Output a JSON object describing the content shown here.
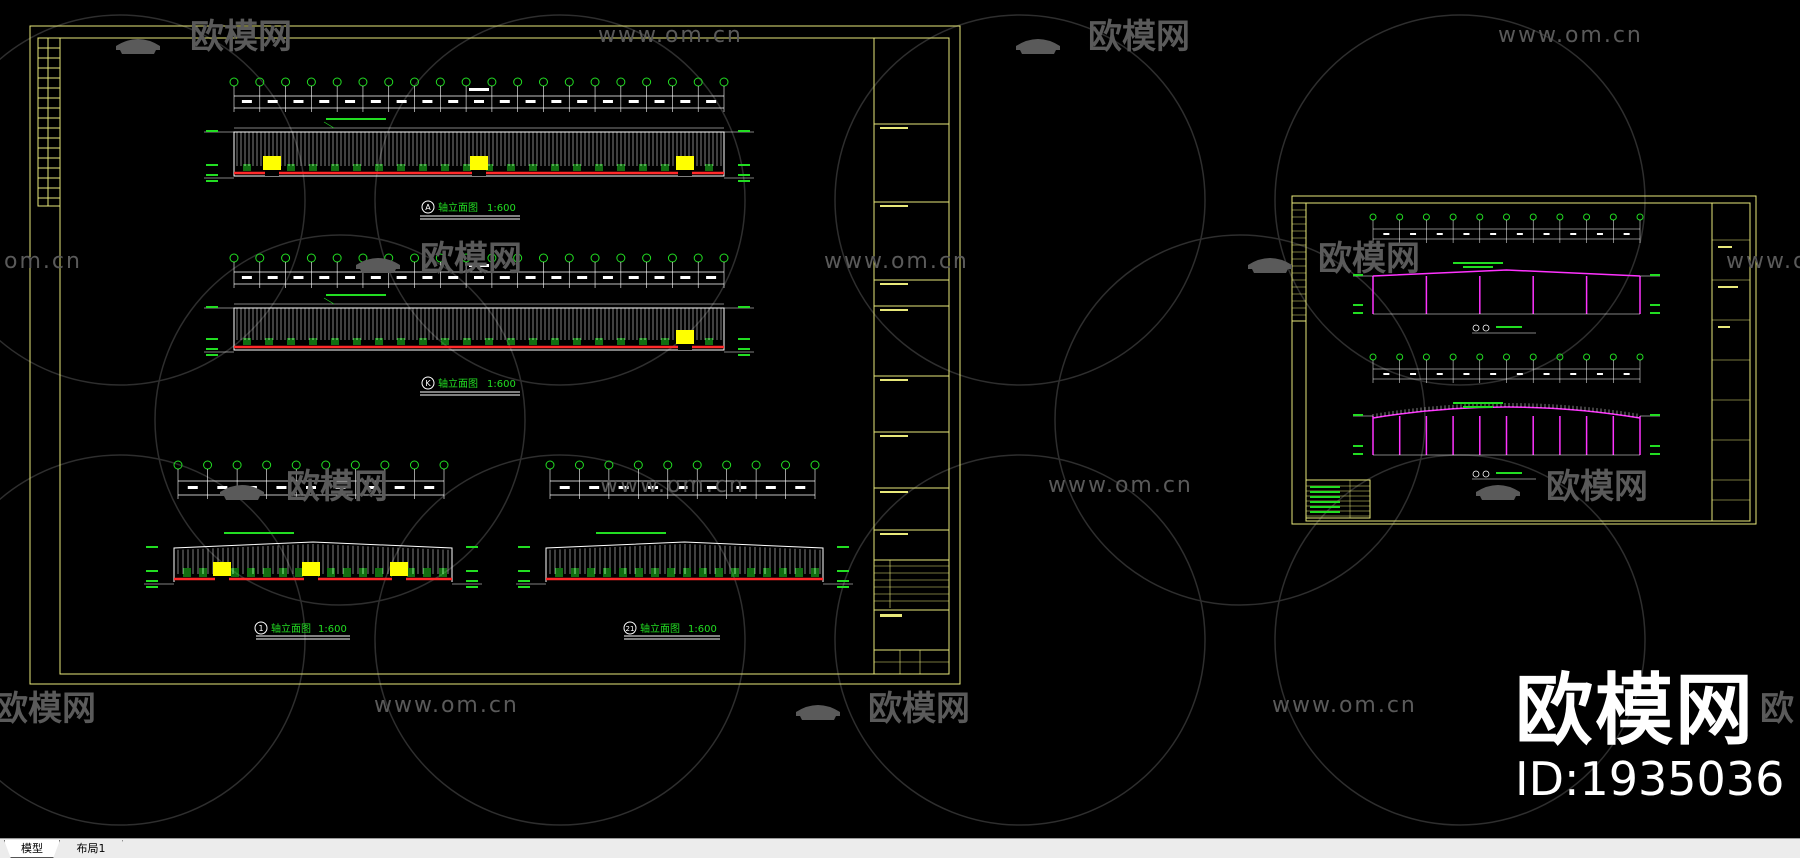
{
  "watermark": {
    "brand_logo_text": "欧模网",
    "site": "www.om.cn",
    "partial_site": "om.cn",
    "partial_brand_left": "欧模网",
    "partial_brand_right": "欧"
  },
  "corner_brand": {
    "name": "欧模网",
    "id_text": "ID:1935036"
  },
  "sheet_left": {
    "elevations": [
      {
        "marker": "A",
        "title": "轴立面图",
        "scale": "1:600"
      },
      {
        "marker": "K",
        "title": "轴立面图",
        "scale": "1:600"
      },
      {
        "marker": "1",
        "title": "轴立面图",
        "scale": "1:600"
      },
      {
        "marker": "21",
        "title": "轴立面图",
        "scale": "1:600"
      }
    ]
  },
  "tabs": [
    {
      "label": "模型",
      "active": true
    },
    {
      "label": "布局1",
      "active": false
    }
  ],
  "colors": {
    "background": "#000000",
    "frame": "#e8e87a",
    "line": "#ffffff",
    "green": "#22dd22",
    "red": "#ff2a2a",
    "yellow": "#ffff00",
    "magenta": "#ff33ff",
    "watermark": "#5a5a5a"
  }
}
